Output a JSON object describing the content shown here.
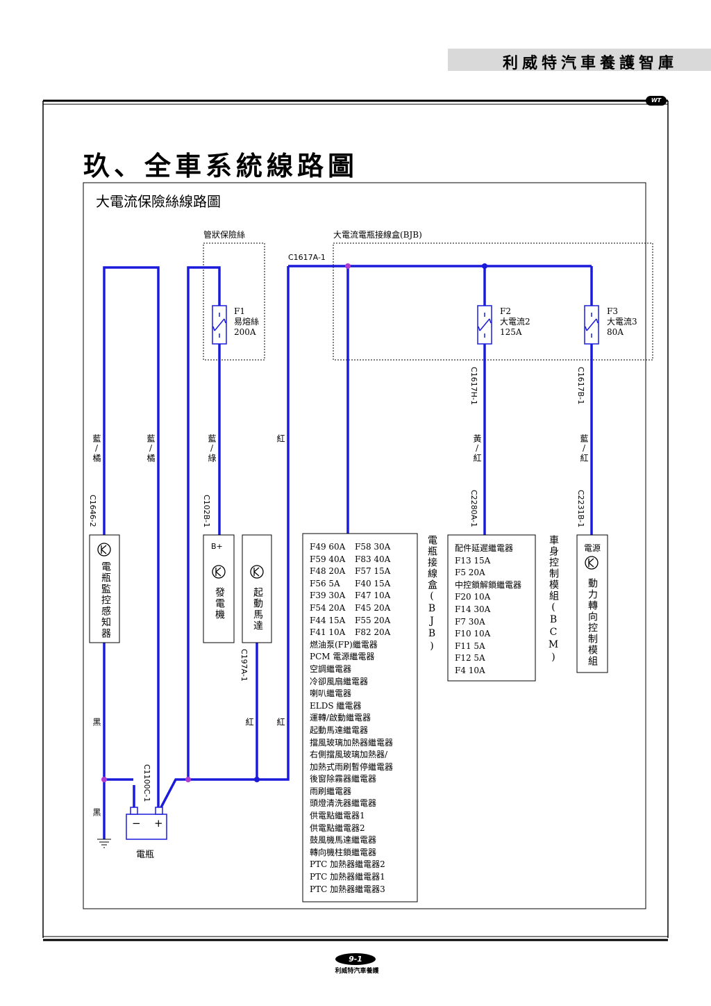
{
  "header": {
    "title": "利威特汽車養護智庫",
    "logo": "WT"
  },
  "page": {
    "main_title": "玖、全車系統線路圖",
    "subtitle": "大電流保險絲線路圖",
    "page_number": "9-1",
    "footer": "利威特汽車養護"
  },
  "groups": {
    "tube_fuse": "管狀保險絲",
    "bjb": "大電流電瓶接線盒(BJB)"
  },
  "connectors": {
    "c1617a": "C1617A-1",
    "c1617h": "C1617H-1",
    "c1617b": "C1617B-1",
    "c2280a": "C2280A-1",
    "c2231b": "C2231B-1",
    "c1646": "C1646-2",
    "c102b": "C102B-1",
    "c197a": "C197A-1",
    "c1100c": "C1100C-1"
  },
  "fuses": {
    "f1": {
      "id": "F1",
      "name": "易熔絲",
      "rating": "200A"
    },
    "f2": {
      "id": "F2",
      "name": "大電流2",
      "rating": "125A"
    },
    "f3": {
      "id": "F3",
      "name": "大電流3",
      "rating": "80A"
    }
  },
  "wires": {
    "w1": "藍/橘",
    "w2": "藍/橘",
    "w3": "藍/綠",
    "w4": "紅",
    "w5": "黃/紅",
    "w6": "藍/紅",
    "black1": "黑",
    "black2": "黑",
    "red1": "紅",
    "red2": "紅"
  },
  "components": {
    "battery_sensor": "電瓶監控感知器",
    "alternator_bplus": "B+",
    "alternator": "發電機",
    "starter": "起動馬達",
    "bjb_box": "電瓶接線盒(BJB)",
    "bcm": "車身控制模組(BCM)",
    "power_label": "電源",
    "pscm": "動力轉向控制模組",
    "battery": "電瓶",
    "battery_minus": "−",
    "battery_plus": "+"
  },
  "bjb_list": {
    "pairs": [
      [
        "F49 60A",
        "F58 30A"
      ],
      [
        "F59 40A",
        "F83 40A"
      ],
      [
        "F48 20A",
        "F57 15A"
      ],
      [
        "F56 5A",
        "F40 15A"
      ],
      [
        "F39 30A",
        "F47 10A"
      ],
      [
        "F54 20A",
        "F45 20A"
      ],
      [
        "F44 15A",
        "F55 20A"
      ],
      [
        "F41 10A",
        "F82 20A"
      ]
    ],
    "items": [
      "燃油泵(FP)繼電器",
      "PCM 電源繼電器",
      "空調繼電器",
      "冷卻風扇繼電器",
      "喇叭繼電器",
      "ELDS 繼電器",
      "運轉/啟動繼電器",
      "起動馬達繼電器",
      "擋風玻璃加熱器繼電器",
      "右側擋風玻璃加熱器/",
      "加熱式雨刷暫停繼電器",
      "後窗除霧器繼電器",
      "雨刷繼電器",
      "頭燈清洗器繼電器",
      "供電點繼電器1",
      "供電點繼電器2",
      "鼓風機馬達繼電器",
      "轉向機柱鎖繼電器",
      "PTC 加熱器繼電器2",
      "PTC 加熱器繼電器1",
      "PTC 加熱器繼電器3"
    ]
  },
  "bcm_list": [
    "配件延遲繼電器",
    "F13 15A",
    "F5 20A",
    "中控鎖解鎖繼電器",
    "F20 10A",
    "F14 30A",
    "F7 30A",
    "F10 10A",
    "F11 5A",
    "F12 5A",
    "F4 10A"
  ],
  "colors": {
    "wire": "#1a1adb",
    "splice": "#b03bd0",
    "header_bg": "#d9d9d9"
  }
}
